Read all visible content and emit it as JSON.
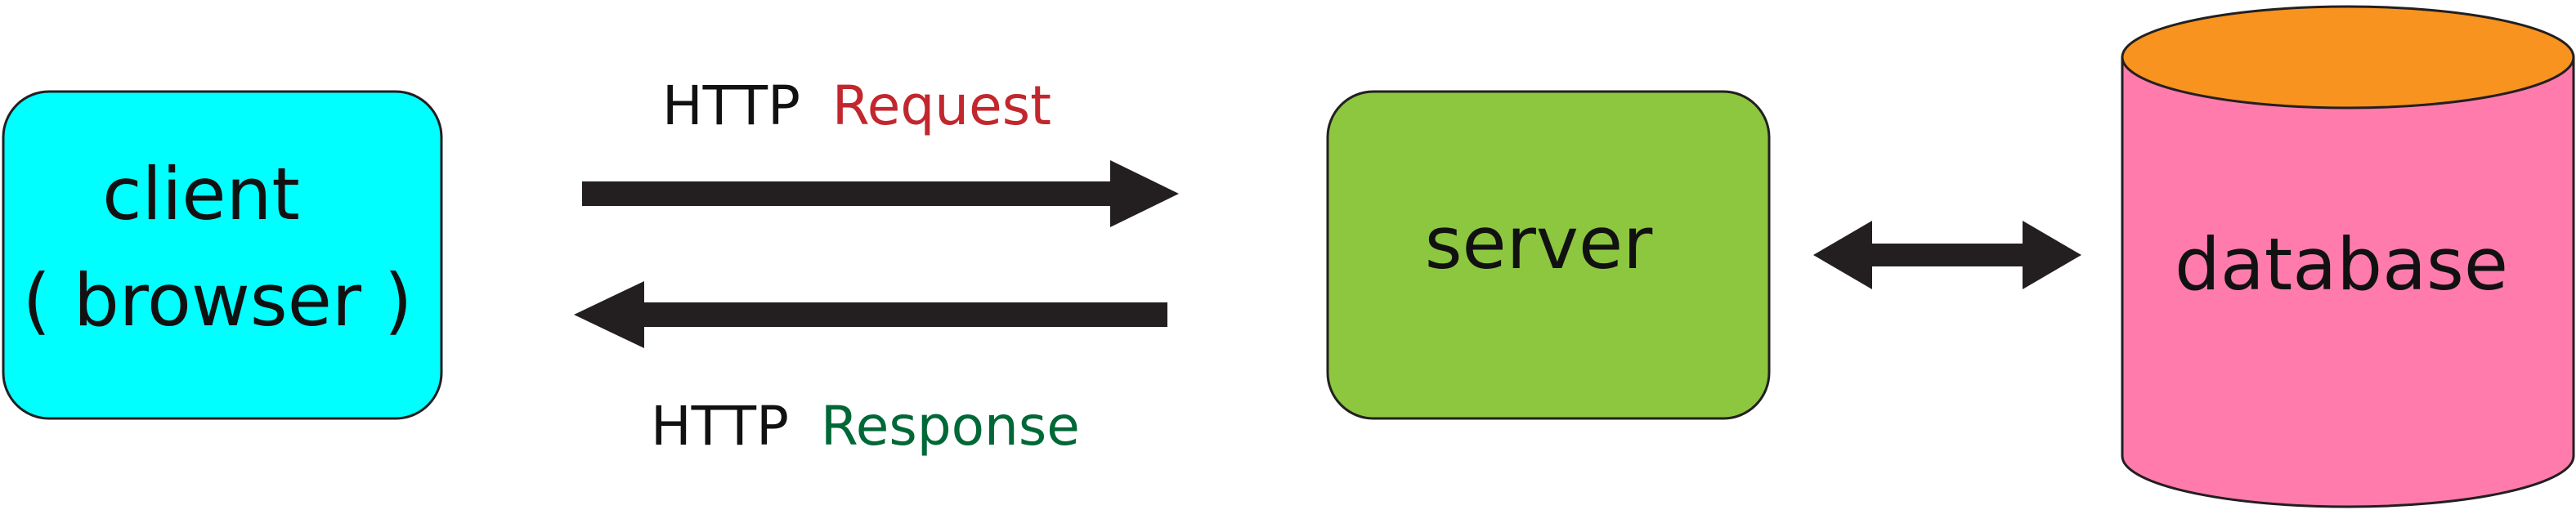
{
  "client": {
    "line1": "client",
    "line2": "( browser )",
    "fill": "#00FFFF"
  },
  "server": {
    "label": "server",
    "fill": "#8DC63F"
  },
  "database": {
    "label": "database",
    "body_fill": "#FF7BAC",
    "top_fill": "#F7931E"
  },
  "request": {
    "prefix": "HTTP",
    "word": "Request",
    "word_color": "#C1272D"
  },
  "response": {
    "prefix": "HTTP",
    "word": "Response",
    "word_color": "#006837"
  },
  "arrow_color": "#231F20",
  "stroke_color": "#231F20"
}
